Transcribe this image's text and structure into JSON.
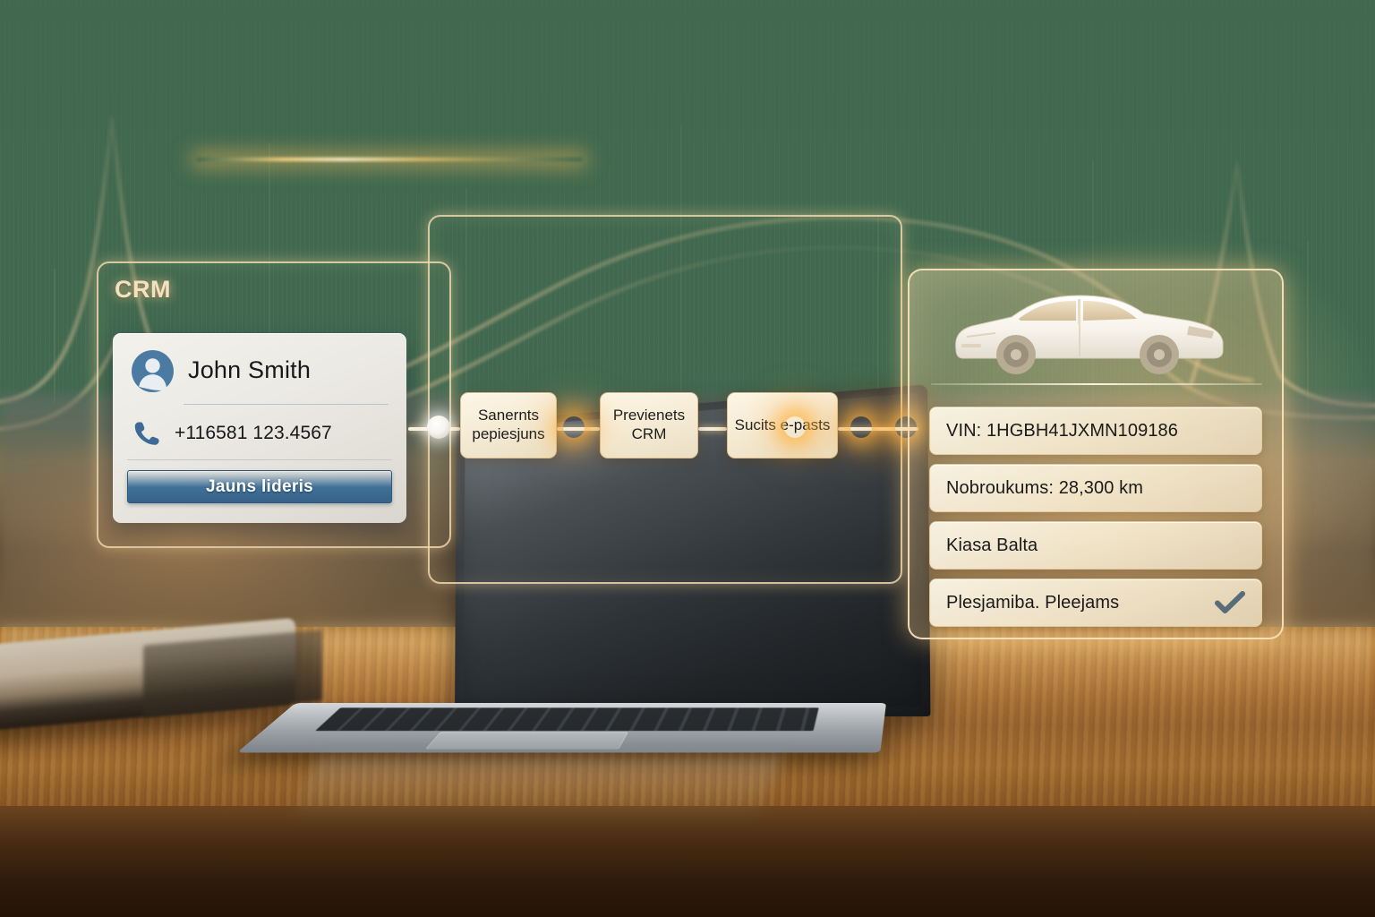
{
  "background": {
    "scene": "office desk with laptop and notebook",
    "accent_green": "#41694F",
    "accent_gold": "#E6C79B",
    "desk_wood": "#A86C2C"
  },
  "crm_panel": {
    "frame_label": "CRM",
    "card": {
      "avatar_icon": "user-avatar-icon",
      "name": "John Smith",
      "phone_icon": "phone-icon",
      "phone": "+116581 123.4567",
      "cta_label": "Jauns lideris",
      "cta_color": "#3F7098",
      "icon_color": "#3D6B96"
    }
  },
  "flow": {
    "steps": [
      {
        "id": "step-1",
        "label": "Sanernts pepiesjuns"
      },
      {
        "id": "step-2",
        "label": "Previenets CRM"
      },
      {
        "id": "step-3",
        "label": "Sucits e-pasts"
      }
    ],
    "connector_nodes": [
      {
        "name": "node-lead-out",
        "style": "white"
      },
      {
        "name": "node-step1-out",
        "style": "amber"
      },
      {
        "name": "node-step2-out",
        "style": "amber"
      },
      {
        "name": "node-step3-out",
        "style": "amber"
      },
      {
        "name": "node-vehicle-in",
        "style": "amber"
      }
    ]
  },
  "vehicle_panel": {
    "car_image_alt": "white sedan side profile",
    "rows": [
      {
        "label": "VIN:",
        "value": "1HGBH41JXMN109186",
        "text": "VIN: 1HGBH41JXMN109186",
        "check": false
      },
      {
        "label": "Nobroukums:",
        "value": "28,300 km",
        "text": "Nobroukums:  28,300 km",
        "check": false
      },
      {
        "label": "Kiasa",
        "value": "Balta",
        "text": "Kiasa   Balta",
        "check": false
      },
      {
        "label": "Plesjamiba.",
        "value": "Pleejams",
        "text": "Plesjamiba.  Pleejams",
        "check": true
      }
    ],
    "check_icon": "checkmark-icon",
    "check_color": "#5A6B7A"
  }
}
